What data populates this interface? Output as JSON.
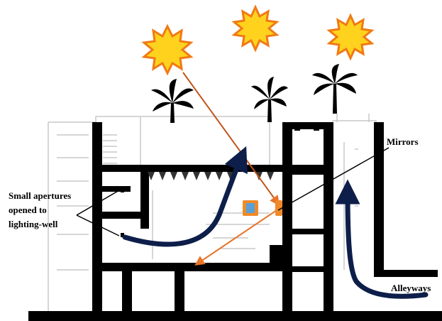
{
  "labels": {
    "apertures_line1": "Small apertures",
    "apertures_line2": "opened to",
    "apertures_line3": "lighting-well",
    "mirrors": "Mirrors",
    "alleyways": "Alleyways"
  },
  "colors": {
    "structure": "#000000",
    "faint_lines": "#c8c8c8",
    "sun_fill": "#ffd21e",
    "sun_edge": "#f07a14",
    "sun_ray": "#c0561a",
    "reflected_ray": "#e8742a",
    "airflow": "#0d1e4a",
    "mirror": "#f08a2a",
    "window": "#5aa0d8",
    "palm": "#000000"
  },
  "icons": {
    "sun": "sun-icon",
    "palm": "palm-tree-icon",
    "mirror": "mirror-icon",
    "window": "window-icon"
  }
}
